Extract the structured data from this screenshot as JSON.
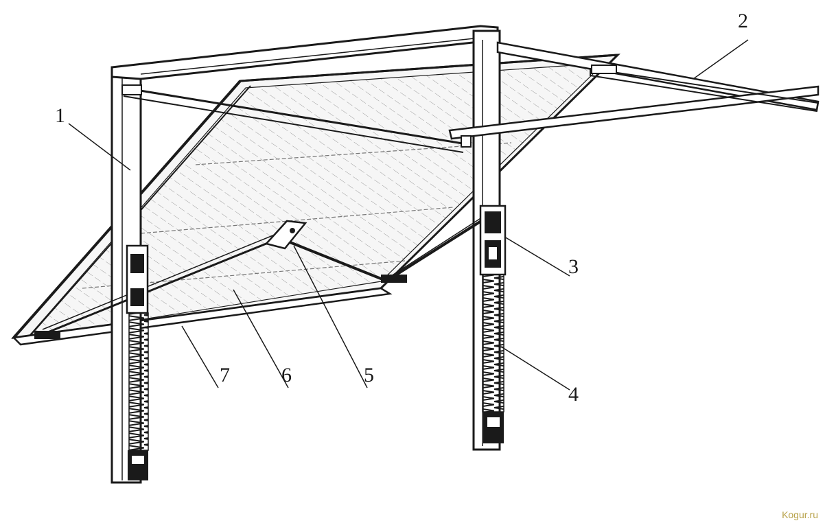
{
  "callouts": {
    "frame": "1",
    "guide_rail": "2",
    "spring_bracket": "3",
    "spring": "4",
    "lever_hinge": "5",
    "door_leaf": "6",
    "bottom_edge": "7"
  },
  "watermark": "Kogur.ru",
  "colors": {
    "ink": "#1a1a1a",
    "paper": "#ffffff",
    "hatch": "#8a8a8a",
    "watermark": "#b8a24a"
  }
}
